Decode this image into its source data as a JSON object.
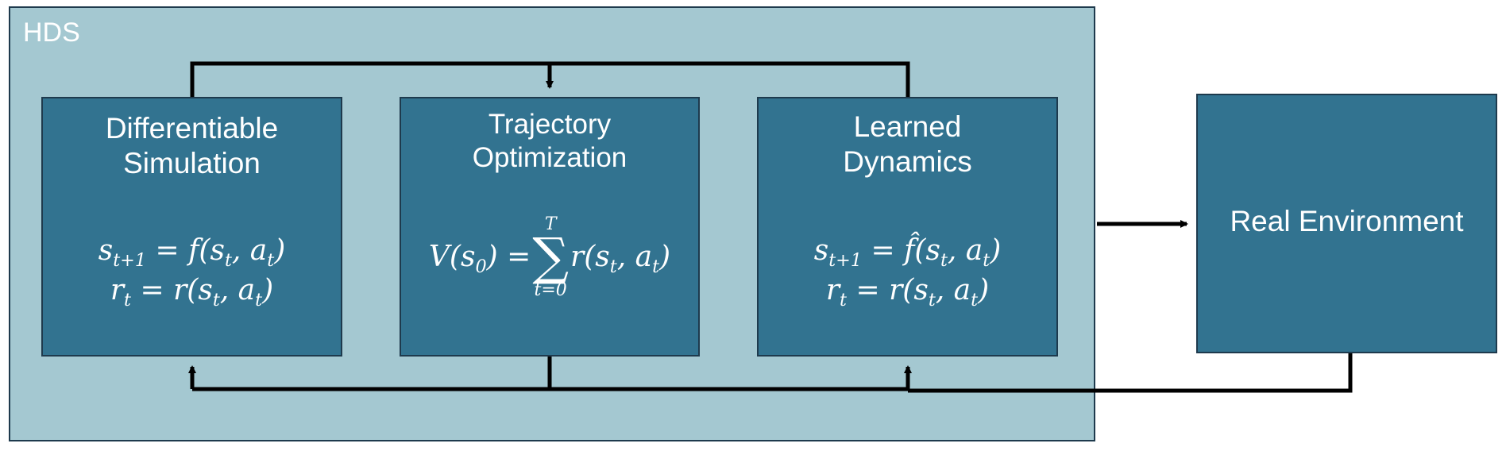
{
  "panel": {
    "label": "HDS",
    "fill": "#a4c8d1"
  },
  "boxes": {
    "diff_sim": {
      "title": "Differentiable\nSimulation",
      "eq1": {
        "lhs": "s",
        "lhs_sub": "t+1",
        "rhs": "= f(s",
        "rhs_sub1": "t",
        "mid": ", a",
        "rhs_sub2": "t",
        "end": ")"
      },
      "eq2": {
        "lhs": "r",
        "lhs_sub": "t",
        "rhs": "= r(s",
        "rhs_sub1": "t",
        "mid": ", a",
        "rhs_sub2": "t",
        "end": ")"
      }
    },
    "traj_opt": {
      "title": "Trajectory\nOptimization",
      "eq": {
        "lhs": "V(s",
        "lhs_sub": "0",
        "lhs_end": ") =",
        "sum_upper": "T",
        "sum_symbol": "∑",
        "sum_lower": "t=0",
        "term": "r(s",
        "term_sub1": "t",
        "term_mid": ", a",
        "term_sub2": "t",
        "term_end": ")"
      }
    },
    "learned_dyn": {
      "title": "Learned\nDynamics",
      "eq1": {
        "lhs": "s",
        "lhs_sub": "t+1",
        "rhs": "= f̂(s",
        "rhs_sub1": "t",
        "mid": ", a",
        "rhs_sub2": "t",
        "end": ")"
      },
      "eq2": {
        "lhs": "r",
        "lhs_sub": "t",
        "rhs": "= r(s",
        "rhs_sub1": "t",
        "mid": ", a",
        "rhs_sub2": "t",
        "end": ")"
      }
    },
    "real_env": {
      "title": "Real Environment"
    }
  },
  "colors": {
    "box_fill": "#327390",
    "border": "#1e3a4d",
    "text": "#ffffff",
    "arrow": "#000000"
  }
}
